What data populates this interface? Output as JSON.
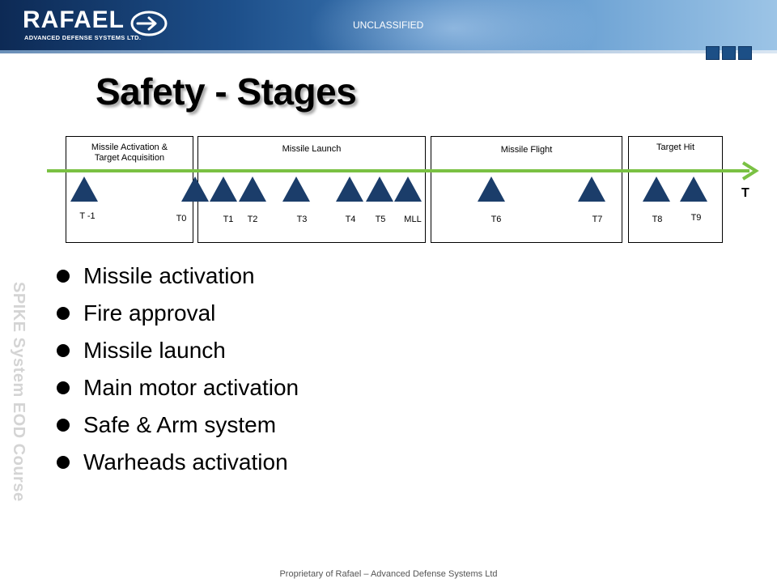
{
  "header": {
    "logo_text": "RAFAEL",
    "logo_subtitle": "ADVANCED DEFENSE SYSTEMS LTD.",
    "classification": "UNCLASSIFIED"
  },
  "slide": {
    "title": "Safety - Stages",
    "side_text": "SPIKE System EOD Course",
    "footer": "Proprietary of Rafael – Advanced Defense Systems Ltd"
  },
  "timeline": {
    "axis_label": "T",
    "stages": [
      {
        "label_line1": "Missile Activation &",
        "label_line2": "Target Acquisition"
      },
      {
        "label_line1": "Missile Launch",
        "label_line2": ""
      },
      {
        "label_line1": "Missile Flight",
        "label_line2": ""
      },
      {
        "label_line1": "Target Hit",
        "label_line2": ""
      }
    ],
    "markers": [
      "T -1",
      "T0",
      "T1",
      "T2",
      "T3",
      "T4",
      "T5",
      "MLL",
      "T6",
      "T7",
      "T8",
      "T9"
    ]
  },
  "bullets": [
    "Missile activation",
    "Fire approval",
    "Missile launch",
    "Main motor activation",
    "Safe & Arm system",
    "Warheads activation"
  ],
  "colors": {
    "timeline_arrow": "#7ac143",
    "marker": "#1b3d6a",
    "banner_dark": "#0d2a55"
  }
}
